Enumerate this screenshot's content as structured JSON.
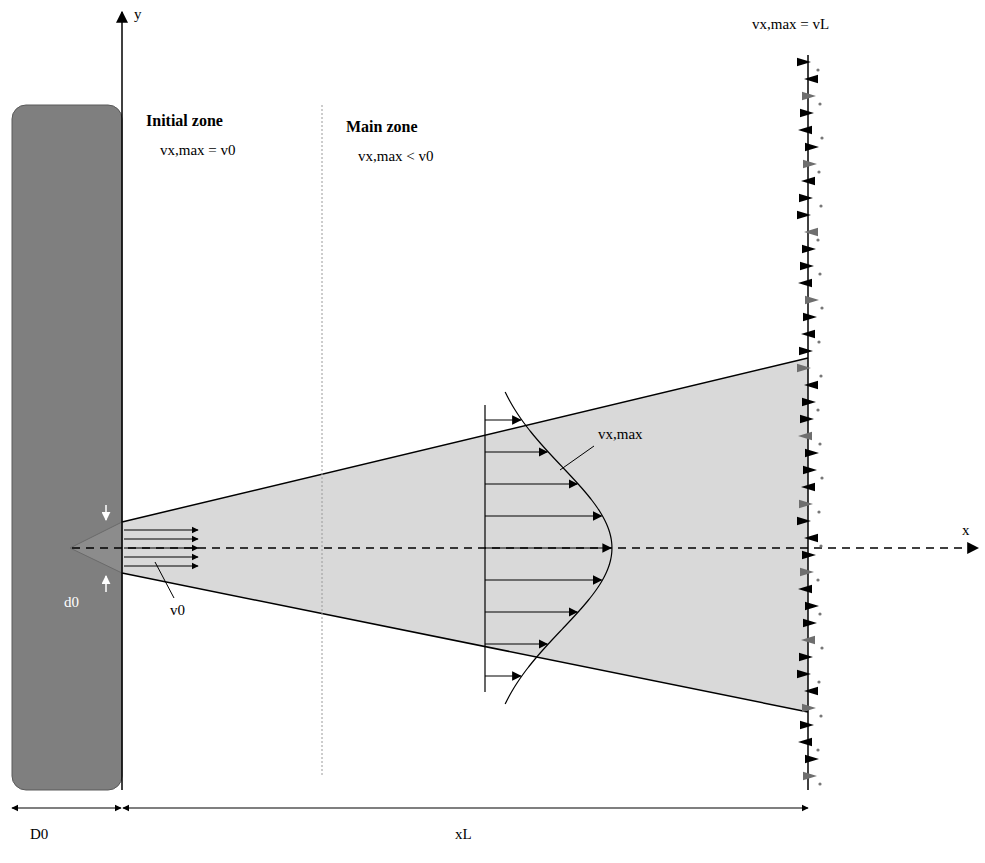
{
  "diagram": {
    "labels": [
      "y",
      "Initial zone",
      "vx,max = v0",
      "Main zone",
      "vx,max < v0",
      "vx,max = vL",
      "x",
      "d0",
      "v0",
      "vx,max",
      "D0",
      "xL"
    ]
  }
}
